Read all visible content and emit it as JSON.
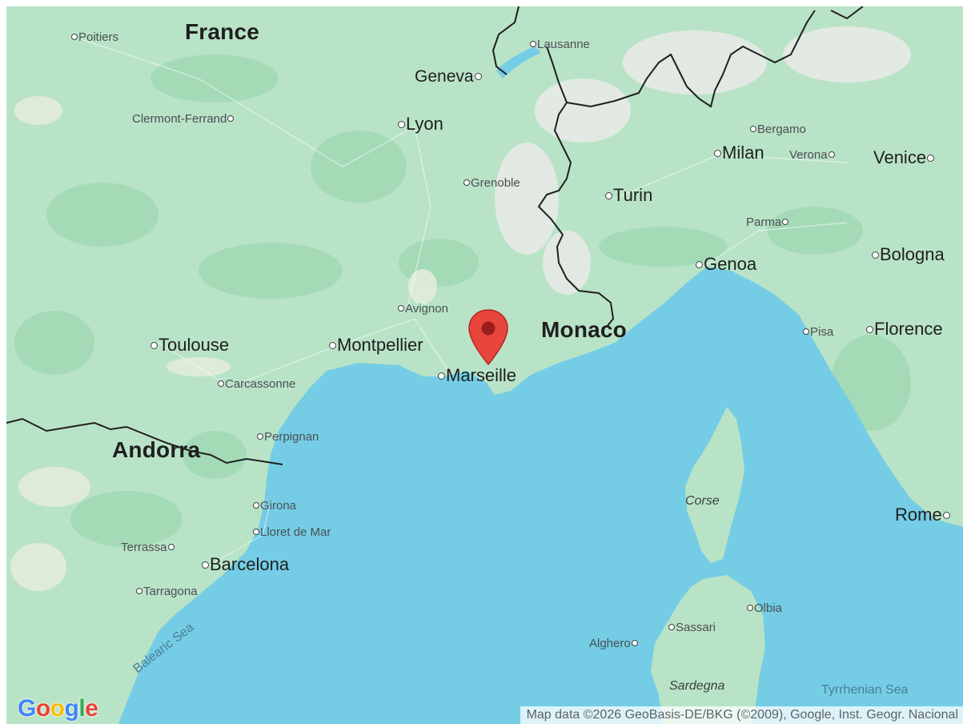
{
  "colors": {
    "land": "#b9e3c7",
    "land_dark": "#98d4ad",
    "sea": "#74cde5",
    "mountain": "#dde5de",
    "border": "#1f1f1f",
    "pin": "#e8453c",
    "pin_center": "#9b1c1c"
  },
  "countries": [
    {
      "name": "France",
      "key": "france"
    },
    {
      "name": "Monaco",
      "key": "monaco"
    },
    {
      "name": "Andorra",
      "key": "andorra"
    }
  ],
  "cities": [
    {
      "name": "Poitiers",
      "key": "poitiers"
    },
    {
      "name": "Lausanne",
      "key": "lausanne"
    },
    {
      "name": "Geneva",
      "key": "geneva"
    },
    {
      "name": "Clermont-Ferrand",
      "key": "clermont-ferrand"
    },
    {
      "name": "Lyon",
      "key": "lyon"
    },
    {
      "name": "Bergamo",
      "key": "bergamo"
    },
    {
      "name": "Milan",
      "key": "milan"
    },
    {
      "name": "Verona",
      "key": "verona"
    },
    {
      "name": "Venice",
      "key": "venice"
    },
    {
      "name": "Grenoble",
      "key": "grenoble"
    },
    {
      "name": "Turin",
      "key": "turin"
    },
    {
      "name": "Parma",
      "key": "parma"
    },
    {
      "name": "Genoa",
      "key": "genoa"
    },
    {
      "name": "Bologna",
      "key": "bologna"
    },
    {
      "name": "Avignon",
      "key": "avignon"
    },
    {
      "name": "Toulouse",
      "key": "toulouse"
    },
    {
      "name": "Montpellier",
      "key": "montpellier"
    },
    {
      "name": "Pisa",
      "key": "pisa"
    },
    {
      "name": "Florence",
      "key": "florence"
    },
    {
      "name": "Marseille",
      "key": "marseille"
    },
    {
      "name": "Carcassonne",
      "key": "carcassonne"
    },
    {
      "name": "Perpignan",
      "key": "perpignan"
    },
    {
      "name": "Girona",
      "key": "girona"
    },
    {
      "name": "Lloret de Mar",
      "key": "lloret-de-mar"
    },
    {
      "name": "Rome",
      "key": "rome"
    },
    {
      "name": "Terrassa",
      "key": "terrassa"
    },
    {
      "name": "Barcelona",
      "key": "barcelona"
    },
    {
      "name": "Tarragona",
      "key": "tarragona"
    },
    {
      "name": "Olbia",
      "key": "olbia"
    },
    {
      "name": "Sassari",
      "key": "sassari"
    },
    {
      "name": "Alghero",
      "key": "alghero"
    }
  ],
  "islands": [
    {
      "name": "Corse",
      "key": "corse"
    },
    {
      "name": "Sardegna",
      "key": "sardegna"
    }
  ],
  "seas": [
    {
      "name": "Balearic Sea",
      "key": "balearic-sea"
    },
    {
      "name": "Tyrrhenian Sea",
      "key": "tyrrhenian-sea"
    }
  ],
  "logo": {
    "letters": [
      "G",
      "o",
      "o",
      "g",
      "l",
      "e"
    ],
    "letter_colors": [
      "#4285f4",
      "#ea4335",
      "#fbbc05",
      "#4285f4",
      "#34a853",
      "#ea4335"
    ]
  },
  "attribution": "Map data ©2026 GeoBasis-DE/BKG (©2009), Google, Inst. Geogr. Nacional",
  "marker": {
    "icon": "map-pin-icon"
  }
}
